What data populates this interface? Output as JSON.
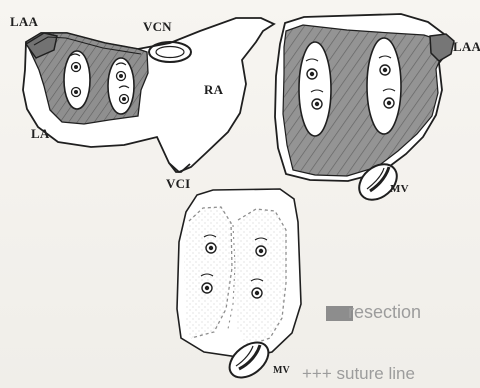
{
  "labels": {
    "laa_left": "LAA",
    "vcn": "VCN",
    "ra": "RA",
    "la": "LA",
    "vci": "VCI",
    "laa_right": "LAA",
    "mv_right": "MV",
    "mv_bottom": "MV"
  },
  "legend": {
    "resection": "resection",
    "suture_line": "+++ suture line"
  },
  "colors": {
    "resection": "#8d8d8d",
    "line": "#1f1f1f",
    "suture": "#8e8e8e",
    "legend_text": "#9c9c9c"
  }
}
